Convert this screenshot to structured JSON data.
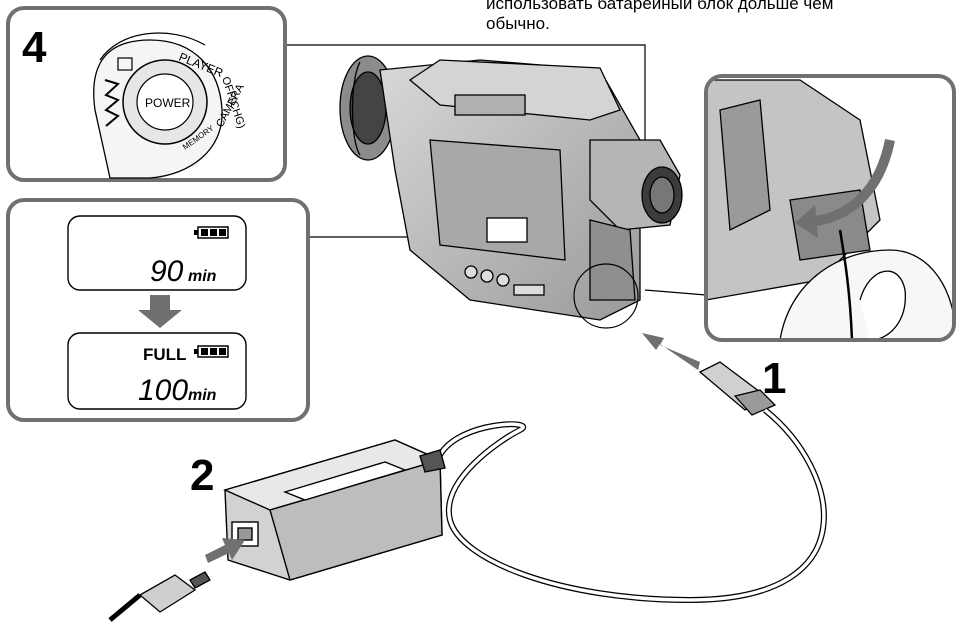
{
  "caption": {
    "line1": "использовать батарейный блок дольше чем",
    "line2": "обычно."
  },
  "steps": {
    "s1": "1",
    "s2": "2",
    "s4": "4"
  },
  "power_switch": {
    "center": "POWER",
    "player": "PLAYER",
    "off": "OFF(CHG)",
    "camera": "CAMERA",
    "memory": "MEMORY"
  },
  "lcd_top": {
    "time_value": "90",
    "time_unit": "min",
    "battery_level": "3 of 3 bars"
  },
  "lcd_bottom": {
    "full": "FULL",
    "time_value": "100",
    "time_unit": "min"
  },
  "colors": {
    "line": "#000000",
    "body_gray": "#c8c8c8",
    "dark_gray": "#6e6e6e",
    "panel_border": "#707070",
    "arrow_gray": "#707070"
  }
}
